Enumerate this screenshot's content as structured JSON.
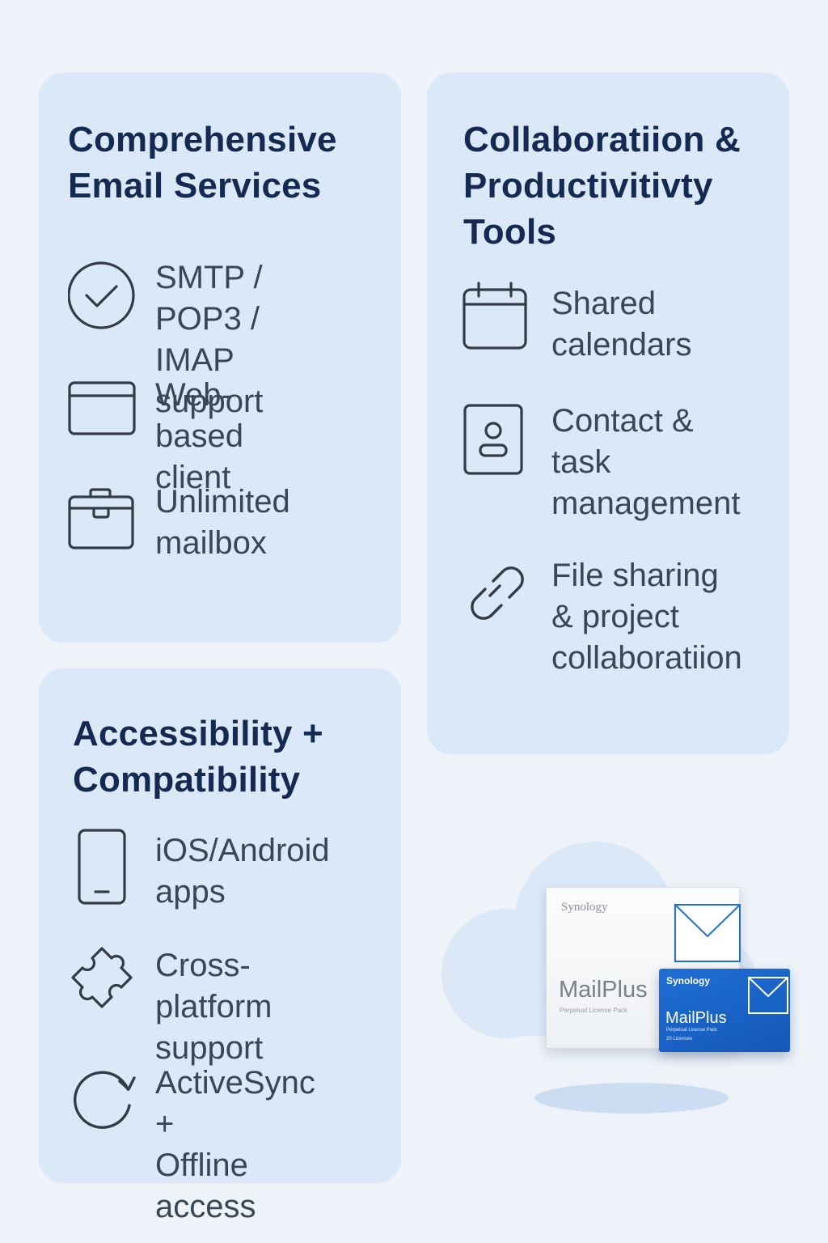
{
  "cards": {
    "email": {
      "title": "Comprehensive\nEmail Services",
      "features": [
        {
          "icon": "check-circle-icon",
          "label": "SMTP / POP3 /\nIMAP support"
        },
        {
          "icon": "browser-window-icon",
          "label": "Web-based\nclient"
        },
        {
          "icon": "mailbox-tray-icon",
          "label": "Unlimited\nmailbox"
        }
      ]
    },
    "collab": {
      "title": "Collaboratiion &\nProductivitivty\nTools",
      "features": [
        {
          "icon": "calendar-icon",
          "label": "Shared\ncalendars"
        },
        {
          "icon": "contact-card-icon",
          "label": "Contact &\ntask\nmanagement"
        },
        {
          "icon": "link-icon",
          "label": "File sharing\n& project\ncollaboratiion"
        }
      ]
    },
    "access": {
      "title": "Accessibility +\nCompatibility",
      "features": [
        {
          "icon": "smartphone-icon",
          "label": "iOS/Android\napps"
        },
        {
          "icon": "puzzle-icon",
          "label": "Cross-platform\nsupport"
        },
        {
          "icon": "sync-icon",
          "label": "ActiveSync +\nOffline access"
        }
      ]
    }
  },
  "product": {
    "white_box": {
      "brand": "Synology",
      "name": "MailPlus",
      "sub": "Perpetual License Pack"
    },
    "blue_box": {
      "brand": "Synology",
      "name": "MailPlus",
      "sub": "Perpetual License Pack",
      "count": "20 Licenses"
    }
  },
  "colors": {
    "background": "#eef3f9",
    "card": "#dbe8f8",
    "title": "#142a52",
    "text": "#3a4656",
    "icon_stroke": "#333b45",
    "brand_blue": "#1f6fd6"
  }
}
